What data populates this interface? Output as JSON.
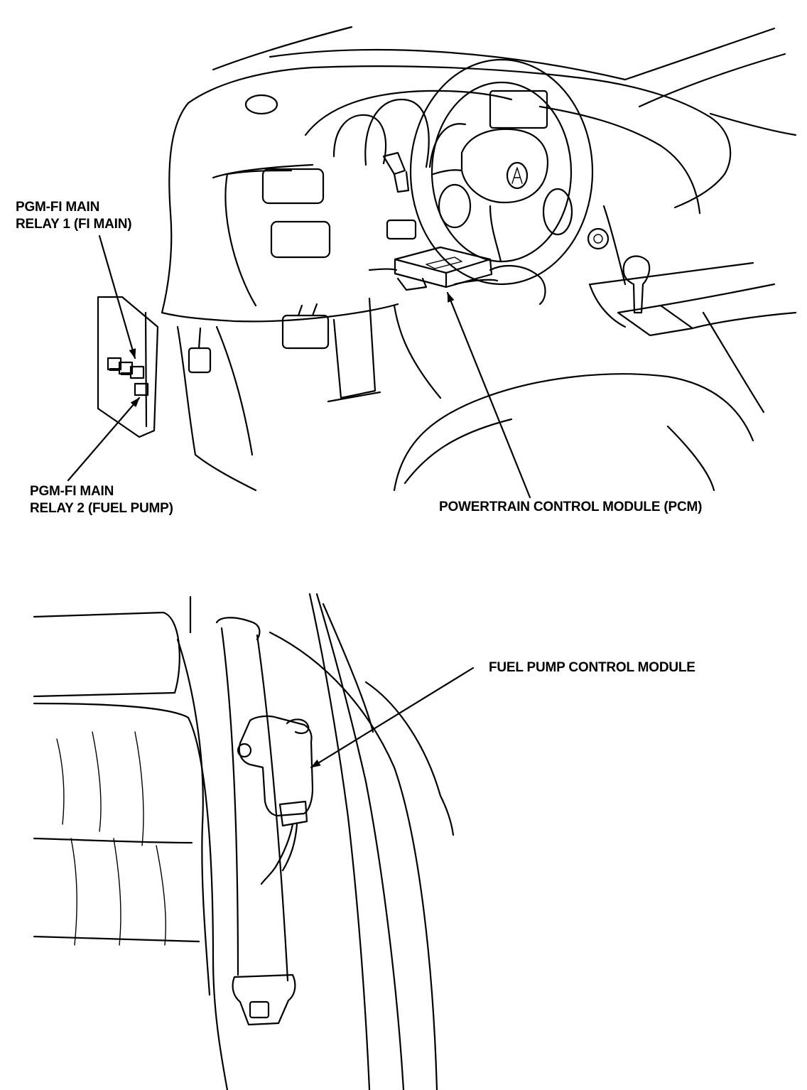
{
  "labels": {
    "relay1_line1": "PGM-FI MAIN",
    "relay1_line2": "RELAY 1 (FI MAIN)",
    "relay2_line1": "PGM-FI MAIN",
    "relay2_line2": "RELAY 2 (FUEL PUMP)",
    "pcm": "POWERTRAIN CONTROL MODULE (PCM)",
    "fuel_pump_module": "FUEL PUMP CONTROL MODULE"
  },
  "colors": {
    "line": "#000000",
    "background": "#ffffff"
  }
}
